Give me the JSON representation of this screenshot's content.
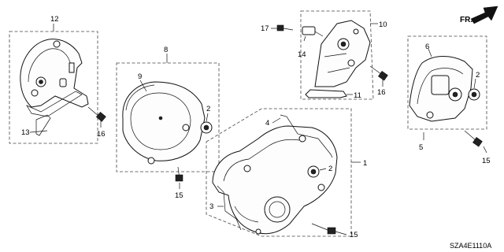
{
  "diagram": {
    "code": "SZA4E1110A",
    "direction_label": "FR.",
    "callouts": {
      "c12": "12",
      "c13": "13",
      "c16a": "16",
      "c8": "8",
      "c9": "9",
      "c2a": "2",
      "c15a": "15",
      "c17": "17",
      "c14": "14",
      "c10": "10",
      "c11": "11",
      "c16b": "16",
      "c6": "6",
      "c2b": "2",
      "c5": "5",
      "c15b": "15",
      "c4": "4",
      "c1": "1",
      "c2c": "2",
      "c3": "3",
      "c15c": "15"
    }
  }
}
